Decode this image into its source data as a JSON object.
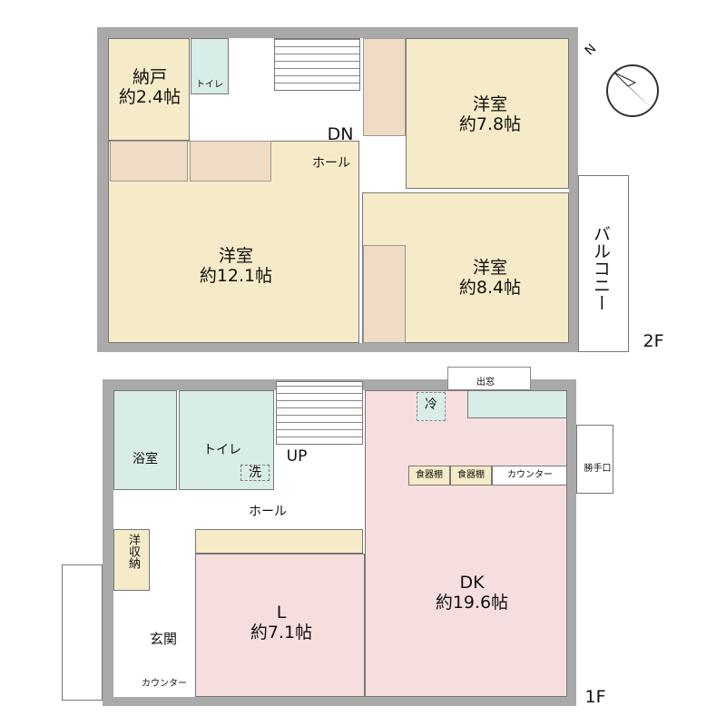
{
  "floor2": {
    "label": "2F",
    "rooms": [
      {
        "id": "storage",
        "name": "納戸",
        "size": "約2.4帖"
      },
      {
        "id": "toilet",
        "name": "トイレ"
      },
      {
        "id": "west_room",
        "name": "洋室",
        "size": "約12.1帖"
      },
      {
        "id": "ne_room",
        "name": "洋室",
        "size": "約7.8帖"
      },
      {
        "id": "se_room",
        "name": "洋室",
        "size": "約8.4帖"
      },
      {
        "id": "hall",
        "name": "ホール"
      },
      {
        "id": "balcony",
        "name": "バルコニー"
      }
    ],
    "stairs_label": "DN",
    "compass": "N"
  },
  "floor1": {
    "label": "1F",
    "rooms": [
      {
        "id": "bath",
        "name": "浴室"
      },
      {
        "id": "toilet",
        "name": "トイレ"
      },
      {
        "id": "washer",
        "name": "洗"
      },
      {
        "id": "hall",
        "name": "ホール"
      },
      {
        "id": "closet",
        "name": "洋収納"
      },
      {
        "id": "entrance",
        "name": "玄関"
      },
      {
        "id": "living",
        "name": "L",
        "size": "約7.1帖"
      },
      {
        "id": "dk",
        "name": "DK",
        "size": "約19.6帖"
      }
    ],
    "stairs_label": "UP",
    "fridge": "冷",
    "bay_window": "出窓",
    "service_door": "勝手口",
    "cupboard1": "食器棚",
    "cupboard2": "食器棚",
    "counter": "カウンター",
    "entrance_counter": "カウンター"
  }
}
